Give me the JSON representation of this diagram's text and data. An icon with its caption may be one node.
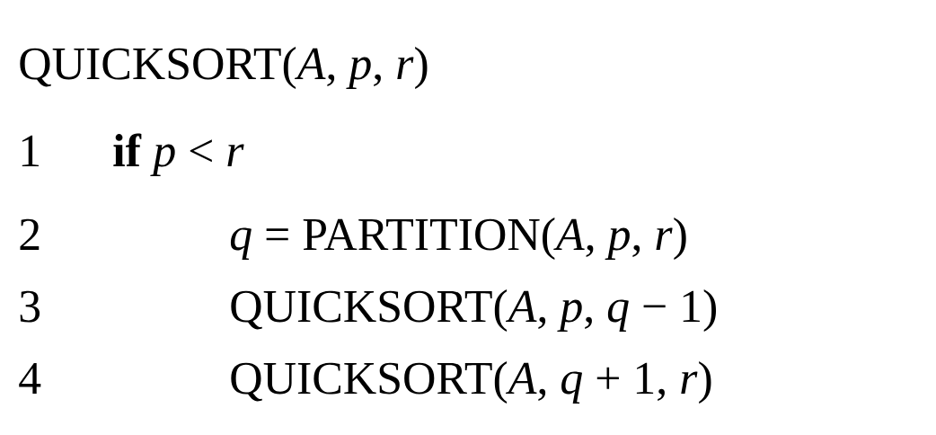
{
  "diagram": {
    "title": "QUICKSORT(*A*, *p*, *r*)",
    "labels": [
      "1",
      "**if** *p* < *r*",
      "2",
      "*q* = PARTITION(*A*, *p*, *r*)",
      "3",
      "QUICKSORT(*A*, *p*, *q* − 1)",
      "4",
      "QUICKSORT(*A*, *q* + 1, *r*)"
    ]
  }
}
